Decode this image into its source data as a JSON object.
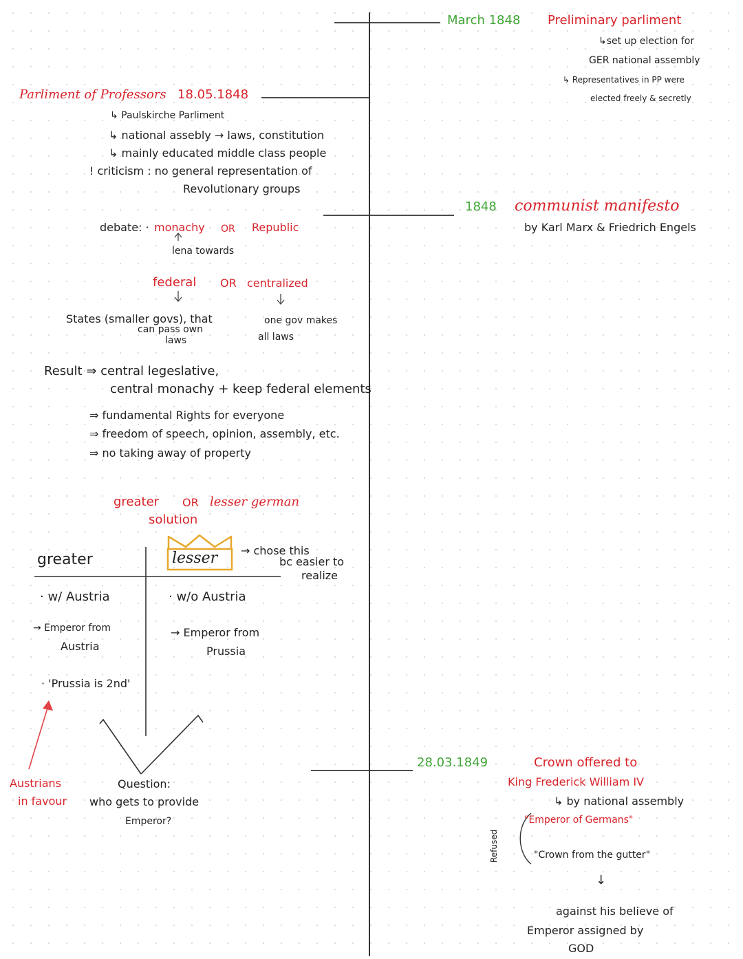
{
  "pp": {
    "date": "March 1848",
    "title": "Preliminary parliment",
    "line1": "↳set up election for",
    "line2": "GER national assembly",
    "line3": "↳ Representatives in PP were",
    "line4": "elected freely & secretly"
  },
  "prof": {
    "title": "Parliment of Professors",
    "date": "18.05.1848",
    "l1": "↳ Paulskirche Parliment",
    "l2": "↳ national assebly → laws, constitution",
    "l3": "↳ mainly educated middle class people",
    "l4": "! criticism : no general representation of",
    "l5": "Revolutionary groups"
  },
  "cm": {
    "year": "1848",
    "title": "communist manifesto",
    "by": "by Karl Marx & Friedrich Engels"
  },
  "debate": {
    "label": "debate: ·",
    "a": "monachy",
    "or": "OR",
    "b": "Republic",
    "lean": "lena towards"
  },
  "fed": {
    "a": "federal",
    "or": "OR",
    "b": "centralized",
    "a_desc1": "States (smaller govs), that",
    "a_desc2": "can pass own",
    "a_desc3": "laws",
    "b_desc1": "one gov makes",
    "b_desc2": "all laws"
  },
  "result": {
    "l1": "Result ⇒ central legeslative,",
    "l2": "central monachy + keep federal elements",
    "l3": "⇒ fundamental Rights for everyone",
    "l4": "⇒ freedom of speech, opinion, assembly, etc.",
    "l5": "⇒ no taking away of property"
  },
  "solution": {
    "l1a": "greater",
    "or": "OR",
    "l1b": "lesser german",
    "l2": "solution",
    "greater": "greater",
    "lesser": "lesser",
    "chose1": "→ chose this",
    "chose2": "bc easier to",
    "chose3": "realize",
    "g1": "· w/ Austria",
    "g2": "→ Emperor from",
    "g3": "Austria",
    "g4": "· 'Prussia is 2nd'",
    "l1": "· w/o Austria",
    "l2b": "→ Emperor from",
    "l3": "Prussia",
    "austrians1": "Austrians",
    "austrians2": "in favour",
    "q1": "Question:",
    "q2": "who gets to provide",
    "q3": "Emperor?"
  },
  "crown": {
    "date": "28.03.1849",
    "title": "Crown offered to",
    "king": "King Frederick William IV",
    "by": "↳ by national assembly",
    "emp": "\"Emperor of Germans\"",
    "refused": "Refused",
    "gutter": "\"Crown from the gutter\"",
    "arrow": "↓",
    "against1": "against his believe of",
    "against2": "Emperor assigned by",
    "against3": "GOD"
  }
}
